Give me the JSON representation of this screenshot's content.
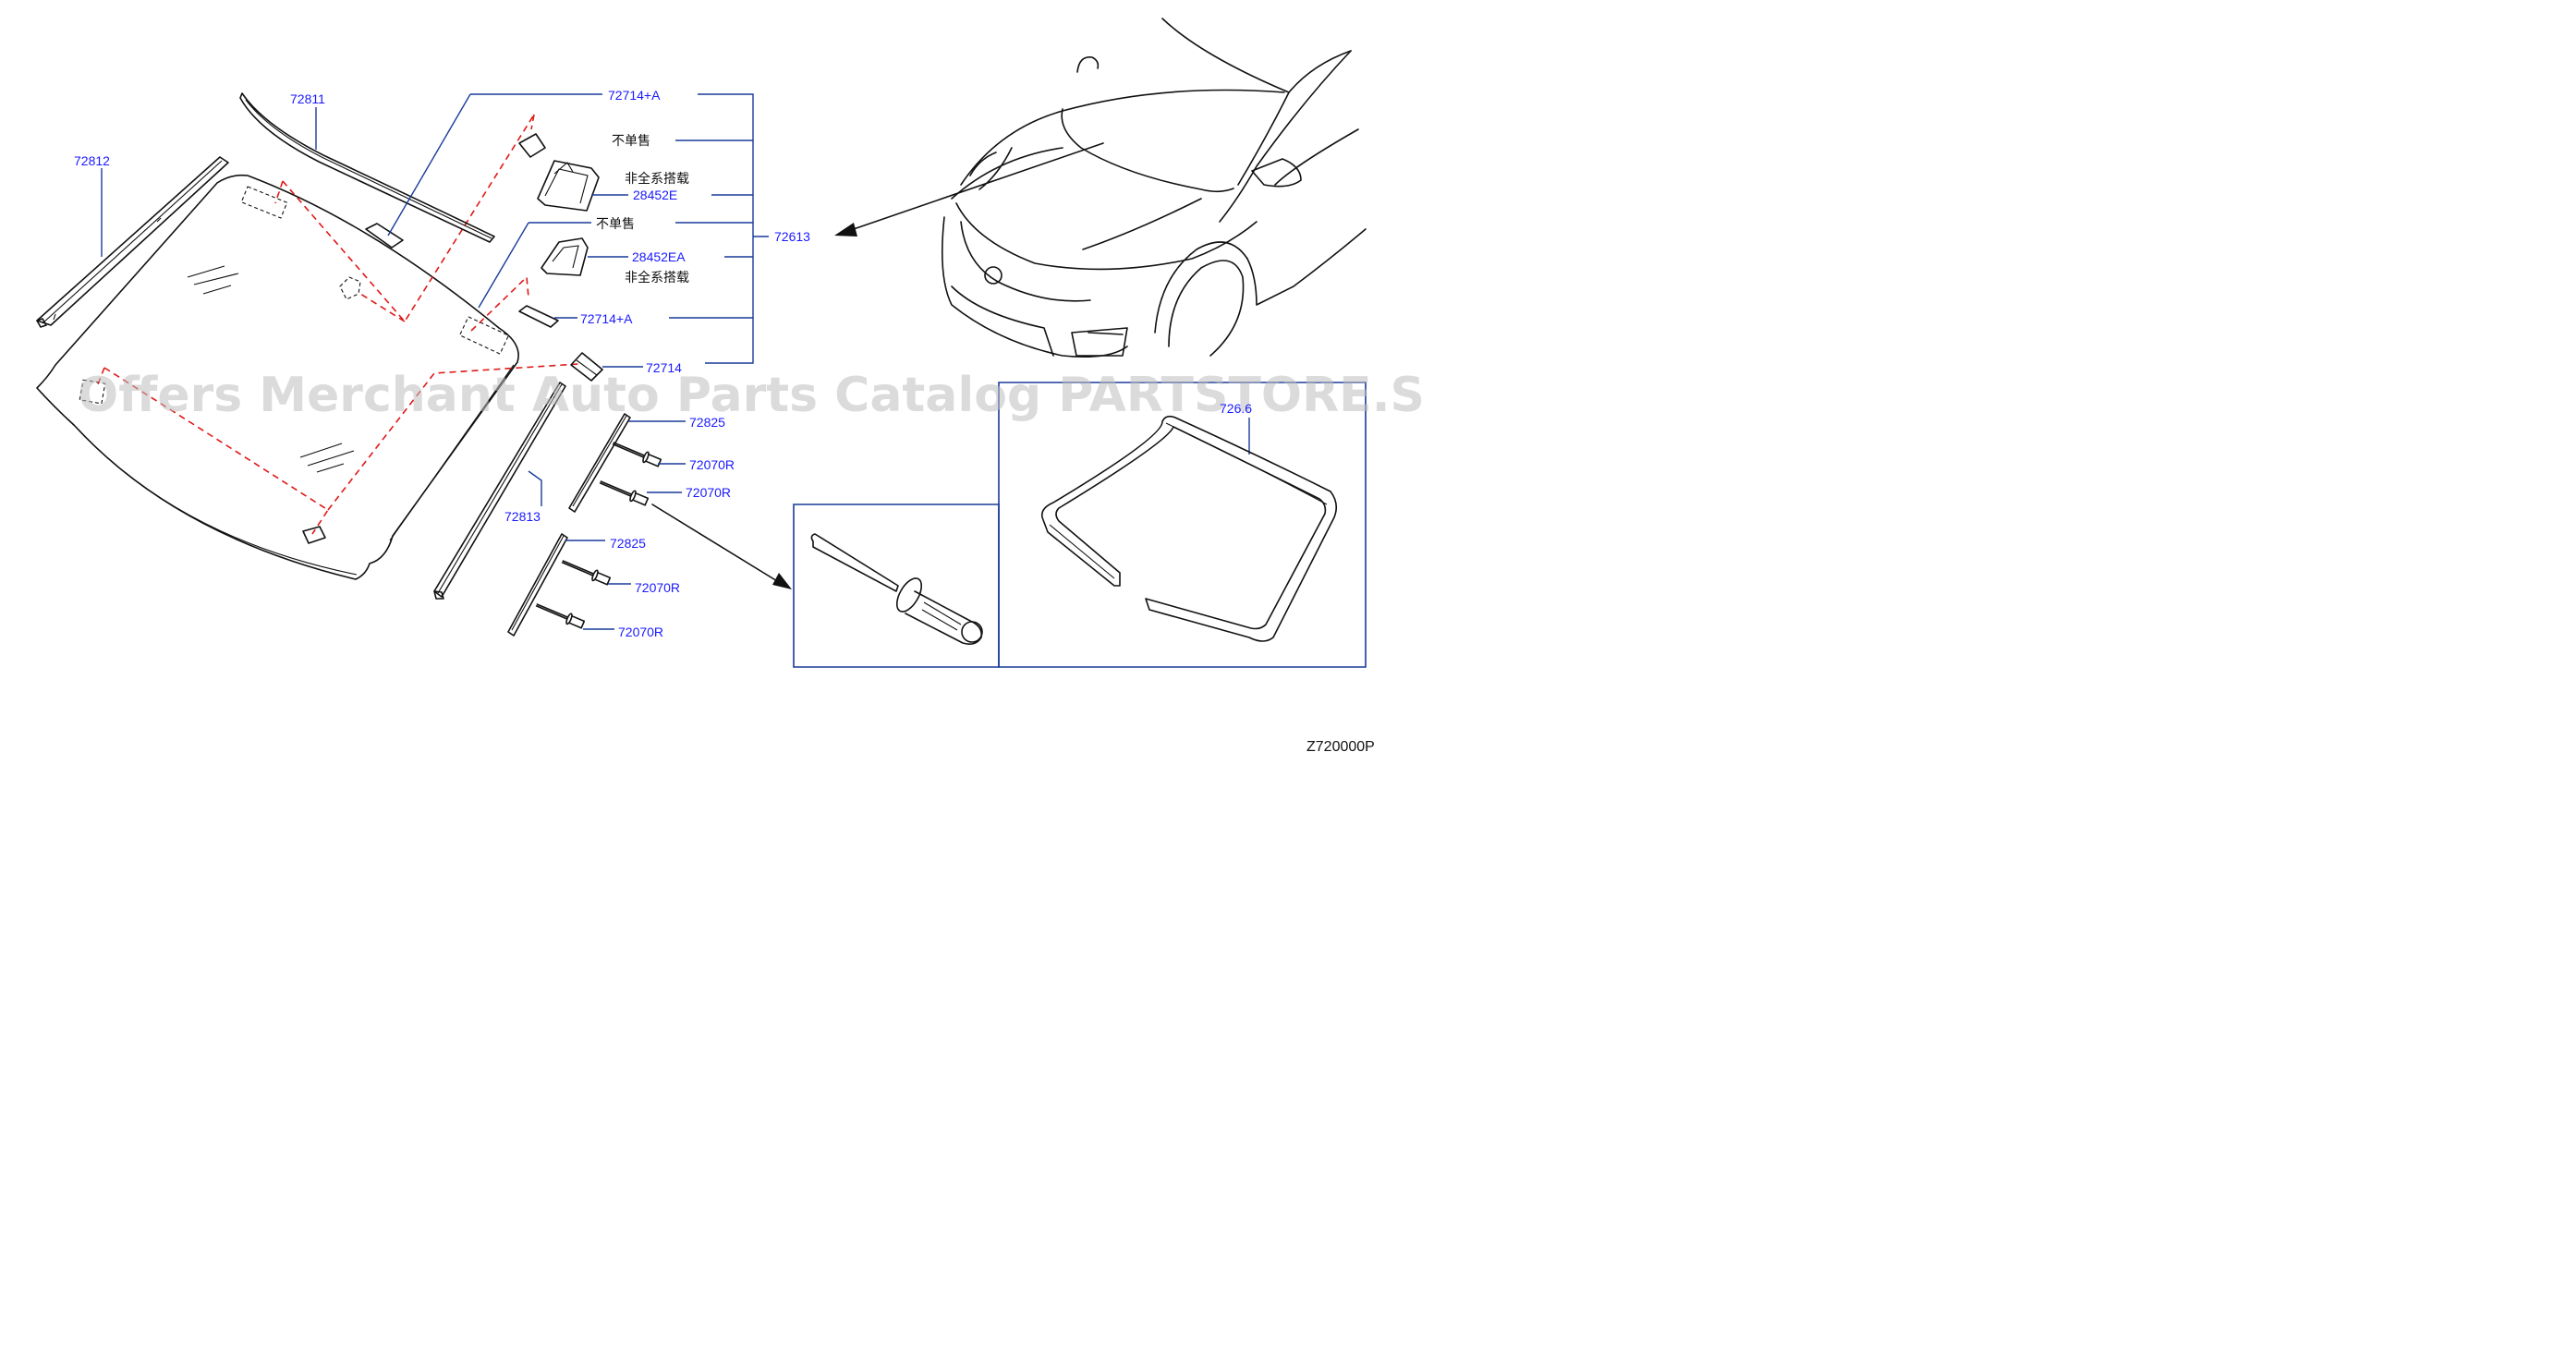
{
  "watermark": "Offers Merchant Auto Parts Catalog PARTSTORE.SA",
  "diagram_code": "Z720000P",
  "labels": {
    "windshield_molding_top": "72811",
    "windshield_molding_side_left": "72812",
    "windshield_molding_side_right": "72813",
    "fastener_a_top": "72714+A",
    "fastener_a_mid": "72714+A",
    "fastener": "72714",
    "not_sold_1": "不单售",
    "not_sold_2": "不单售",
    "not_all_models_1": "非全系搭载",
    "not_all_models_2": "非全系搭载",
    "bracket_e": "28452E",
    "bracket_ea": "28452EA",
    "windshield_glass": "72613",
    "cowl_top_1": "72825",
    "cowl_top_2": "72825",
    "rivet_1": "72070R",
    "rivet_2": "72070R",
    "rivet_3": "72070R",
    "rivet_4": "72070R",
    "dam_rubber": "726.6"
  }
}
